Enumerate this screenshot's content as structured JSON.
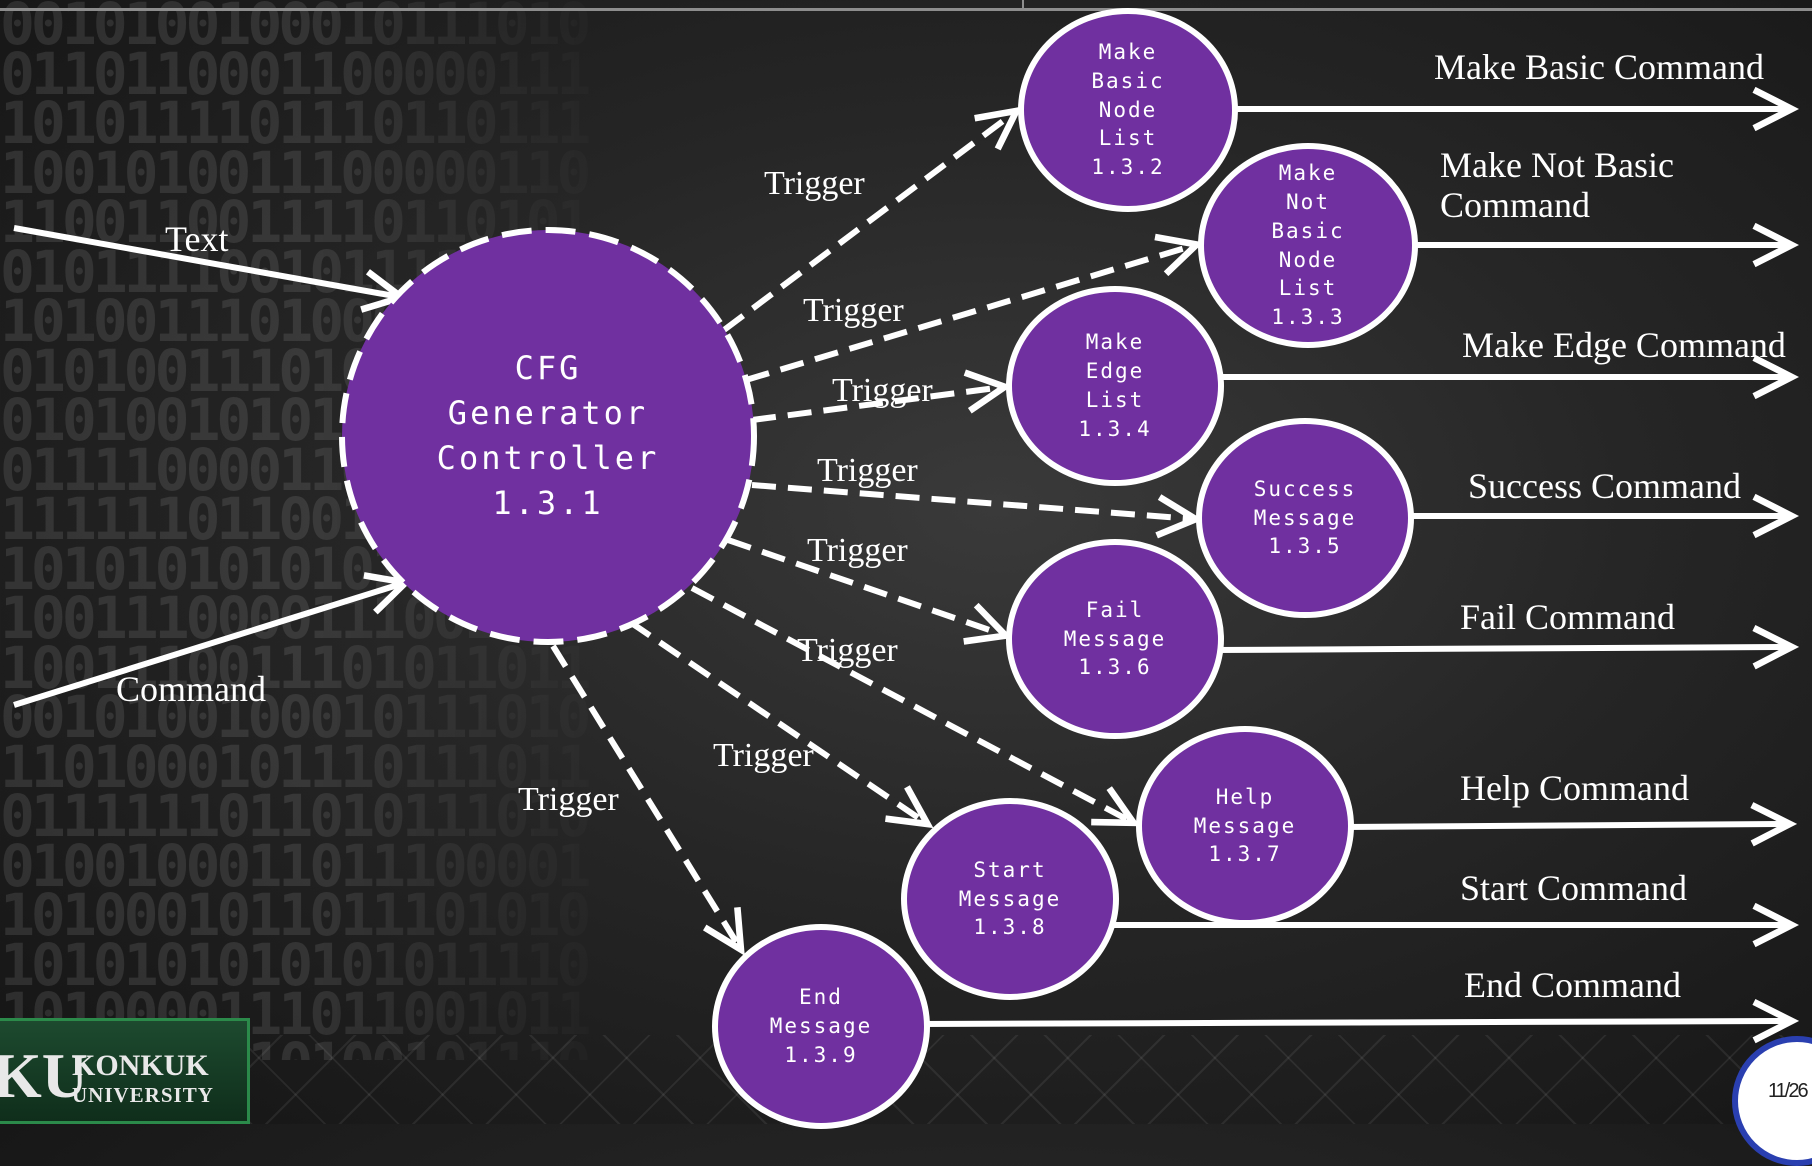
{
  "controller": {
    "name": "CFG\nGenerator\nController\n1.3.1"
  },
  "inputs": {
    "text": "Text",
    "command": "Command"
  },
  "trigger_label": "Trigger",
  "nodes": [
    {
      "label": "Make\nBasic\nNode\nList\n1.3.2",
      "output": "Make Basic Command"
    },
    {
      "label": "Make\nNot\nBasic\nNode\nList\n1.3.3",
      "output": "Make Not Basic\nCommand"
    },
    {
      "label": "Make\nEdge\nList\n1.3.4",
      "output": "Make Edge Command"
    },
    {
      "label": "Success\nMessage\n1.3.5",
      "output": "Success Command"
    },
    {
      "label": "Fail\nMessage\n1.3.6",
      "output": "Fail Command"
    },
    {
      "label": "Help\nMessage\n1.3.7",
      "output": "Help Command"
    },
    {
      "label": "Start\nMessage\n1.3.8",
      "output": "Start Command"
    },
    {
      "label": "End\nMessage\n1.3.9",
      "output": "End Command"
    }
  ],
  "logo": {
    "mark": "KU",
    "name": "KONKUK",
    "sub": "UNIVERSITY"
  },
  "page": "11/26",
  "colors": {
    "node_fill": "#7030a0",
    "stroke": "#ffffff",
    "background": "#262626"
  }
}
